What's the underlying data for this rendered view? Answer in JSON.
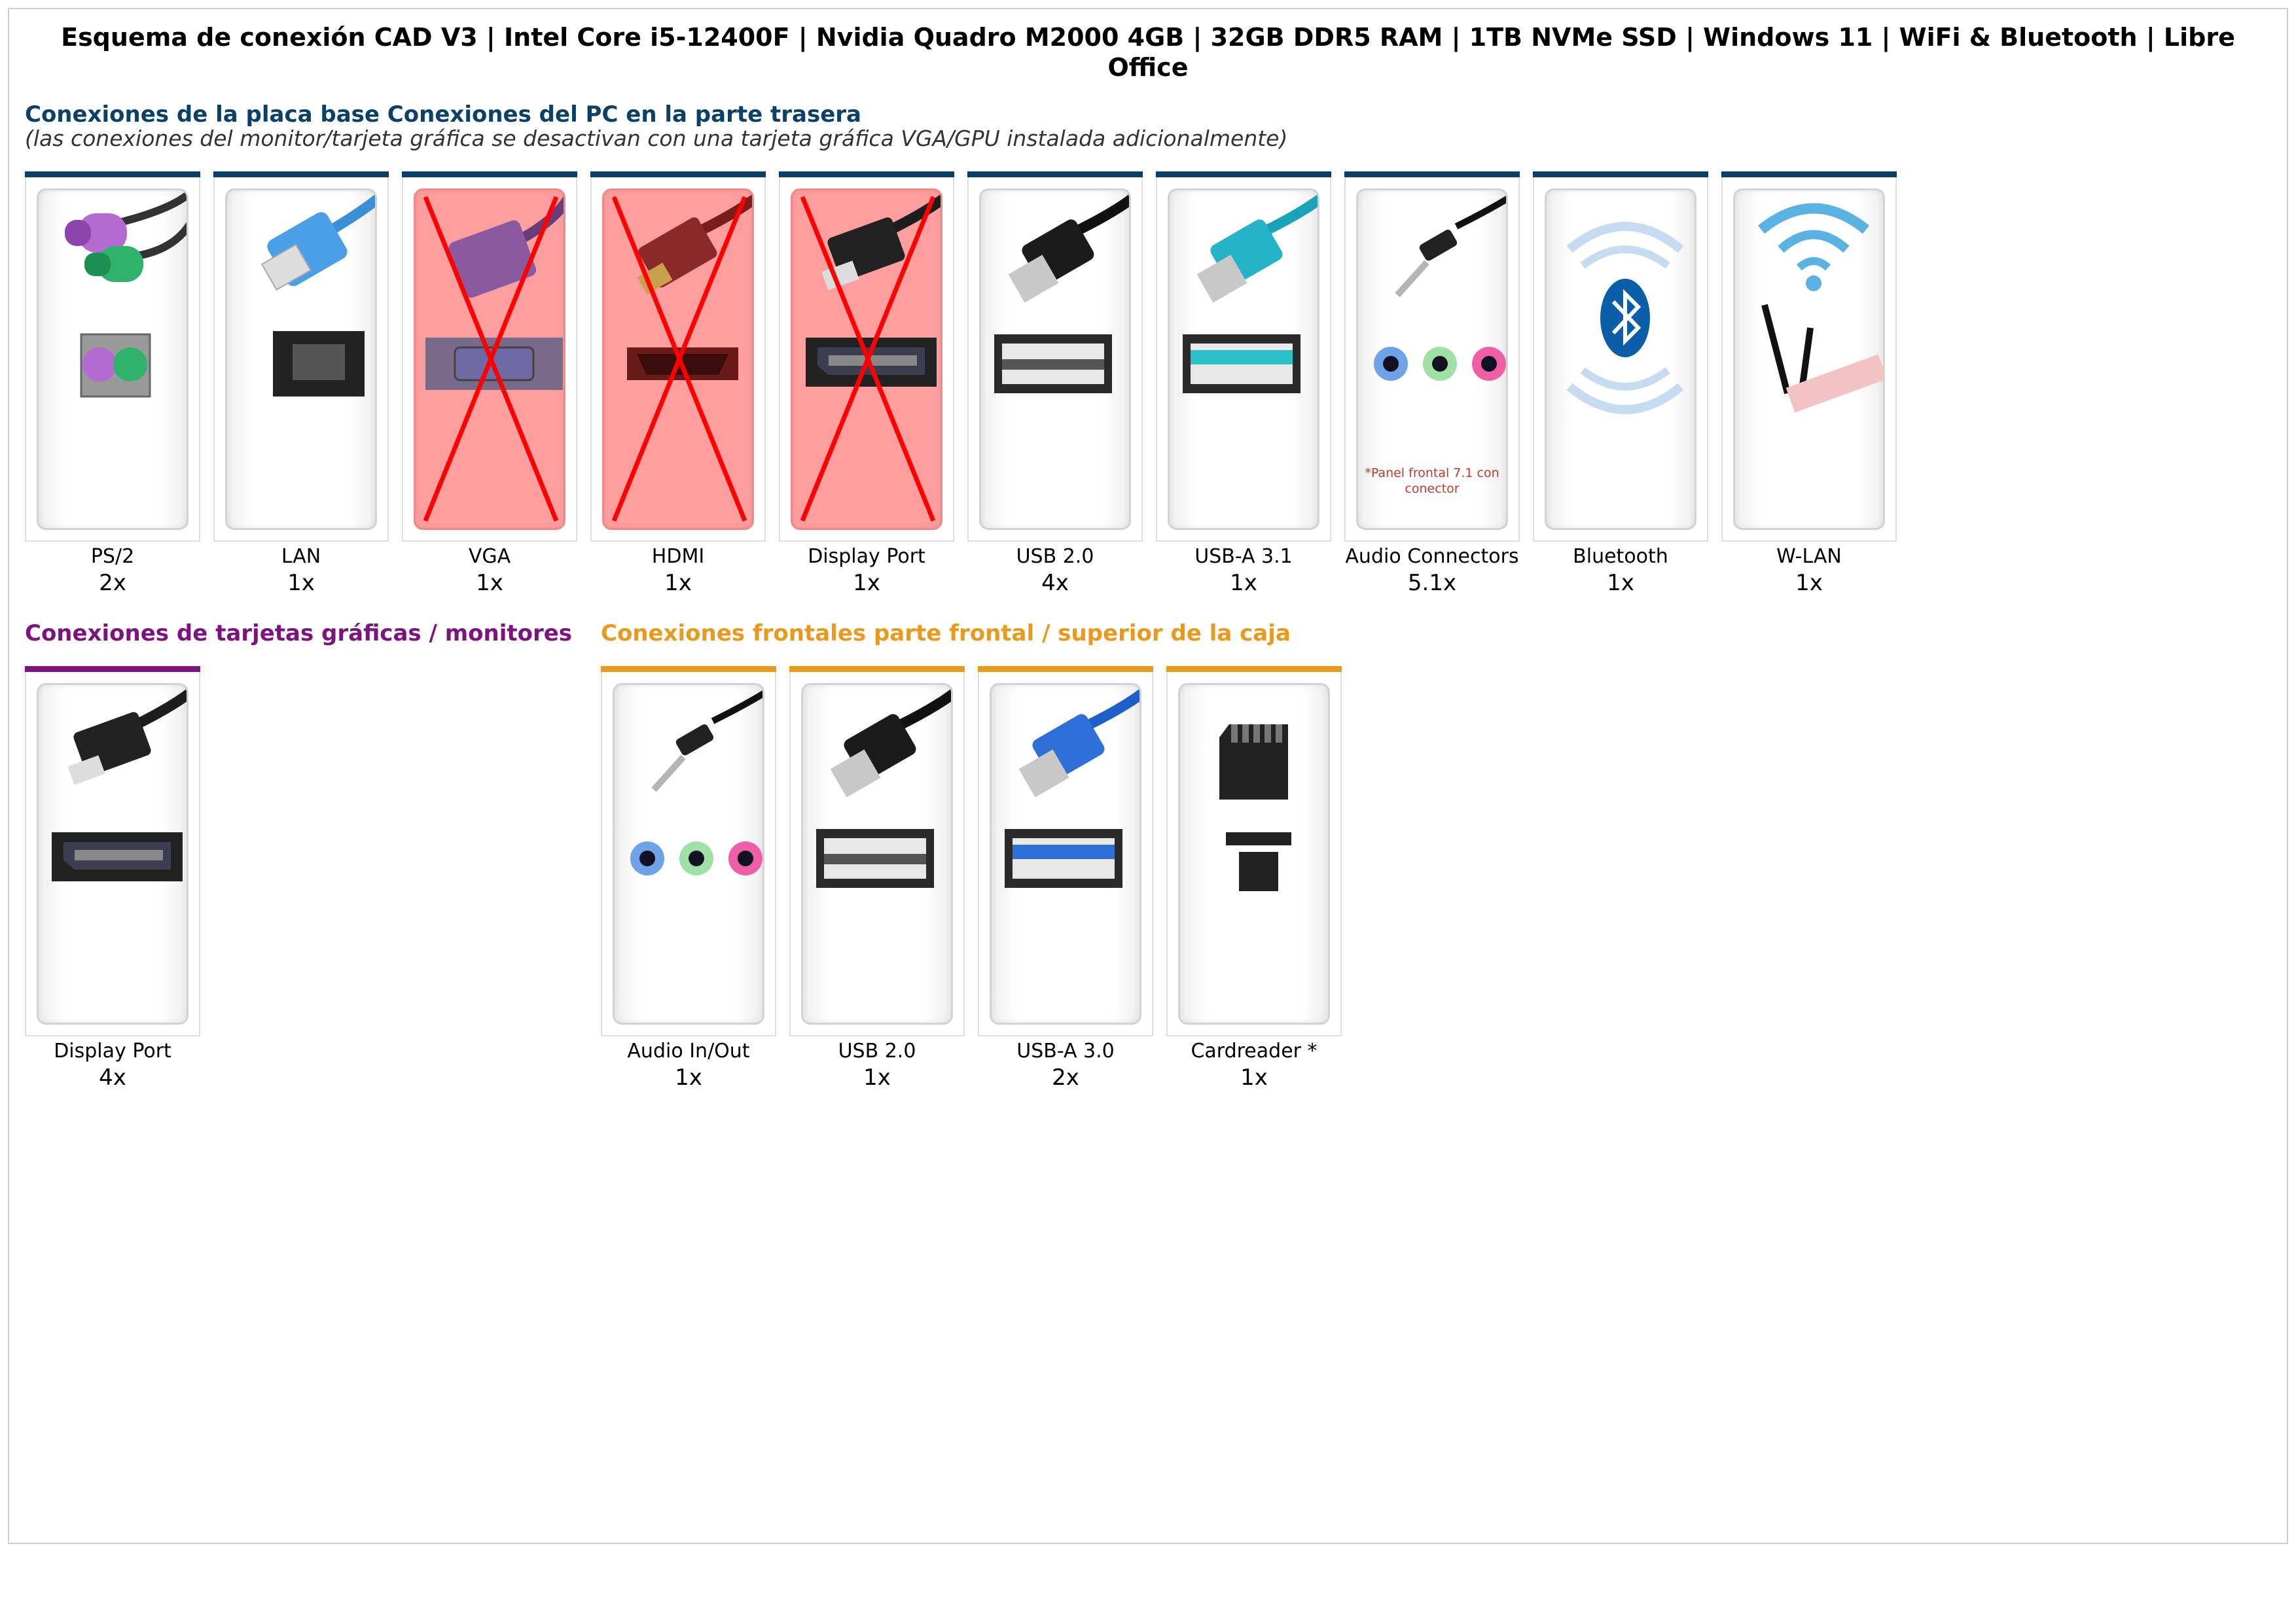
{
  "title": "Esquema de conexión CAD V3 | Intel Core i5-12400F | Nvidia Quadro M2000 4GB | 32GB DDR5 RAM | 1TB NVMe SSD | Windows 11 | WiFi & Bluetooth | Libre Office",
  "colors": {
    "motherboard": "#0b4168",
    "graphics": "#7d137e",
    "front": "#e99a1c",
    "disabled": "#ff9e9e",
    "cross": "#ff0000"
  },
  "motherboard": {
    "heading": "Conexiones de la placa base Conexiones del PC en la parte trasera",
    "subheading": "(las conexiones del monitor/tarjeta gráfica se desactivan con una tarjeta gráfica VGA/GPU instalada adicionalmente)",
    "ports": [
      {
        "icon": "ps2-icon",
        "name": "PS/2",
        "count": "2x"
      },
      {
        "icon": "lan-icon",
        "name": "LAN",
        "count": "1x"
      },
      {
        "icon": "vga-icon",
        "name": "VGA",
        "count": "1x",
        "disabled": true
      },
      {
        "icon": "hdmi-icon",
        "name": "HDMI",
        "count": "1x",
        "disabled": true
      },
      {
        "icon": "displayport-icon",
        "name": "Display Port",
        "count": "1x",
        "disabled": true
      },
      {
        "icon": "usb2-icon",
        "name": "USB 2.0",
        "count": "4x"
      },
      {
        "icon": "usb31-icon",
        "name": "USB-A 3.1",
        "count": "1x"
      },
      {
        "icon": "audio-jack-icon",
        "name": "Audio Connectors",
        "count": "5.1x",
        "note": "*Panel frontal 7.1 con conector"
      },
      {
        "icon": "bluetooth-icon",
        "name": "Bluetooth",
        "count": "1x"
      },
      {
        "icon": "wifi-icon",
        "name": "W-LAN",
        "count": "1x"
      }
    ]
  },
  "graphics": {
    "heading": "Conexiones de tarjetas gráficas / monitores",
    "ports": [
      {
        "icon": "displayport-icon",
        "name": "Display Port",
        "count": "4x"
      }
    ]
  },
  "front": {
    "heading": "Conexiones frontales parte frontal / superior de la caja",
    "ports": [
      {
        "icon": "audio-jack-icon",
        "name": "Audio In/Out",
        "count": "1x"
      },
      {
        "icon": "usb2-icon",
        "name": "USB 2.0",
        "count": "1x"
      },
      {
        "icon": "usb30-icon",
        "name": "USB-A 3.0",
        "count": "2x"
      },
      {
        "icon": "sd-card-icon",
        "name": "Cardreader *",
        "count": "1x"
      }
    ]
  }
}
